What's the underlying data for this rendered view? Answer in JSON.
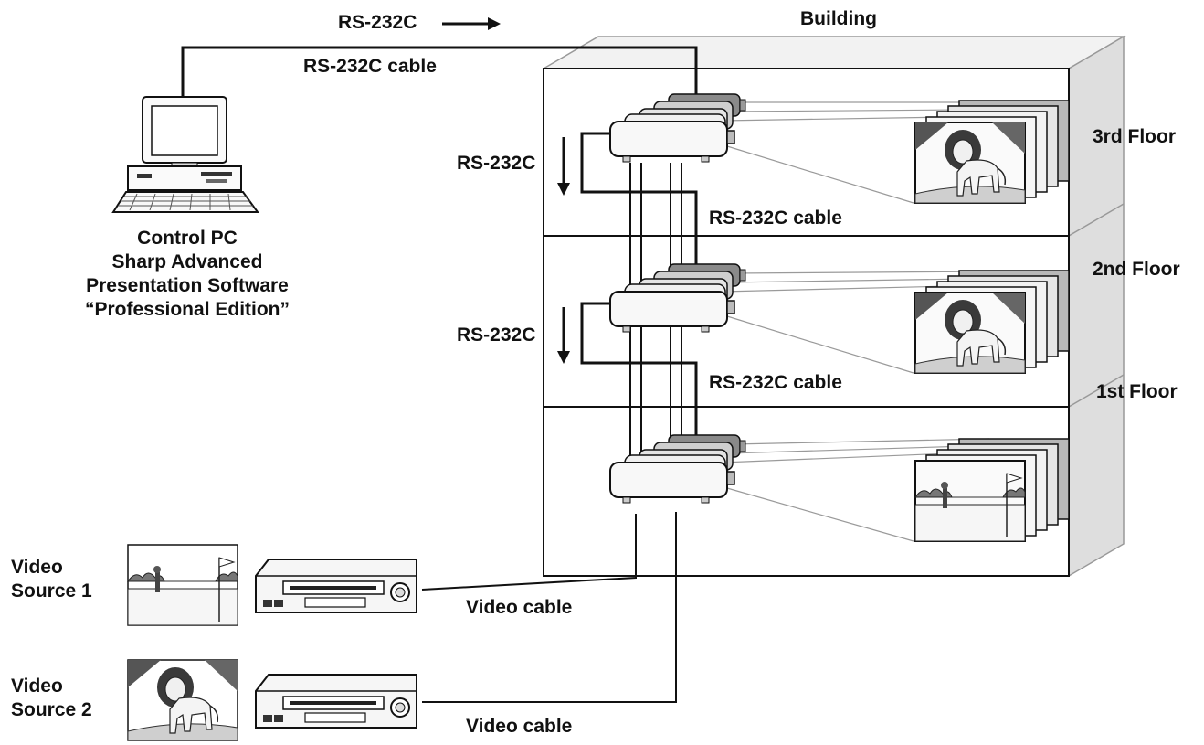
{
  "building": {
    "label": "Building"
  },
  "floors": [
    {
      "label": "3rd Floor"
    },
    {
      "label": "2nd Floor"
    },
    {
      "label": "1st Floor"
    }
  ],
  "control_pc": {
    "lines": [
      "Control PC",
      "Sharp Advanced",
      "Presentation Software",
      "“Professional Edition”"
    ]
  },
  "signals": {
    "rs232c_top": "RS-232C",
    "rs232c_top_cable": "RS-232C cable",
    "rs232c_floor3": "RS-232C",
    "rs232c_floor3_cable": "RS-232C cable",
    "rs232c_floor2": "RS-232C",
    "rs232c_floor2_cable": "RS-232C cable"
  },
  "video_sources": [
    {
      "line1": "Video",
      "line2": "Source 1",
      "cable": "Video cable",
      "image": "golf-scene"
    },
    {
      "line1": "Video",
      "line2": "Source 2",
      "cable": "Video cable",
      "image": "lion"
    }
  ],
  "icons": [
    "computer-icon",
    "projector-icon",
    "vcr-icon",
    "screen-icon",
    "arrow-icon"
  ],
  "colors": {
    "line": "#111111",
    "wall": "#dedede",
    "device": "#f4f4f4",
    "device_dark": "#8c8c8c"
  }
}
